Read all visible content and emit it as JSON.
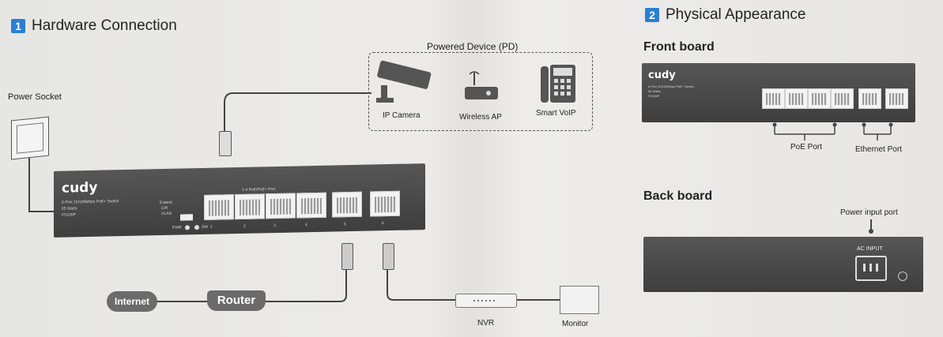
{
  "left": {
    "section_number": "1",
    "title": "Hardware Connection",
    "power_socket": "Power Socket",
    "pd_group": "Powered Device (PD)",
    "devices": [
      "IP Camera",
      "Wireless AP",
      "Smart VoIP"
    ],
    "switch": {
      "brand": "cudy",
      "line1": "6-Port 10/100Mbps PoE+ Switch",
      "line2": "65 Watts",
      "model": "FS106P",
      "modes": [
        "Extend",
        "CPI",
        "VLAN"
      ],
      "top_label": "1-4 PoE/PoE+ Port",
      "pwr": "PWR",
      "sw": "SW",
      "port_numbers": [
        "1",
        "2",
        "3",
        "4",
        "5",
        "6"
      ]
    },
    "internet": "Internet",
    "router": "Router",
    "nvr": "NVR",
    "monitor": "Monitor"
  },
  "right": {
    "section_number": "2",
    "title": "Physical Appearance",
    "front_title": "Front board",
    "poe_port": "PoE Port",
    "ethernet_port": "Ethernet Port",
    "back_title": "Back board",
    "power_input": "Power input port",
    "ac_input": "AC INPUT",
    "front_switch": {
      "brand": "cudy",
      "line1": "6-Port 10/100Mbps PoE+ Switch",
      "line2": "65 Watts",
      "model": "FS106P"
    }
  },
  "colors": {
    "accent": "#2a7fd4",
    "switch_body": "#4a4a4a",
    "pill": "#6b6b6b"
  }
}
